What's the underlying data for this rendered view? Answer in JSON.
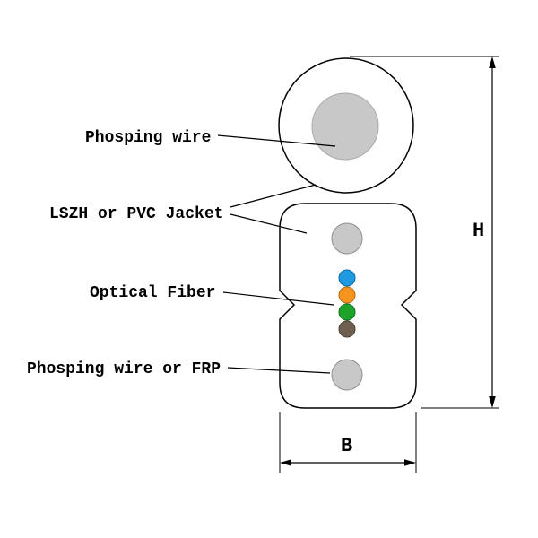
{
  "labels": {
    "phosping_wire": "Phosping wire",
    "jacket": "LSZH or PVC Jacket",
    "optical_fiber": "Optical Fiber",
    "phosping_wire_frp": "Phosping wire or FRP"
  },
  "dimensions": {
    "height_label": "H",
    "width_label": "B"
  },
  "colors": {
    "metal_gray": "#c8c8c8",
    "fiber_blue": "#1e9be0",
    "fiber_orange": "#f5941e",
    "fiber_green": "#1ea32a",
    "fiber_brown": "#6e5f50",
    "outline": "#000000",
    "background": "#ffffff"
  }
}
